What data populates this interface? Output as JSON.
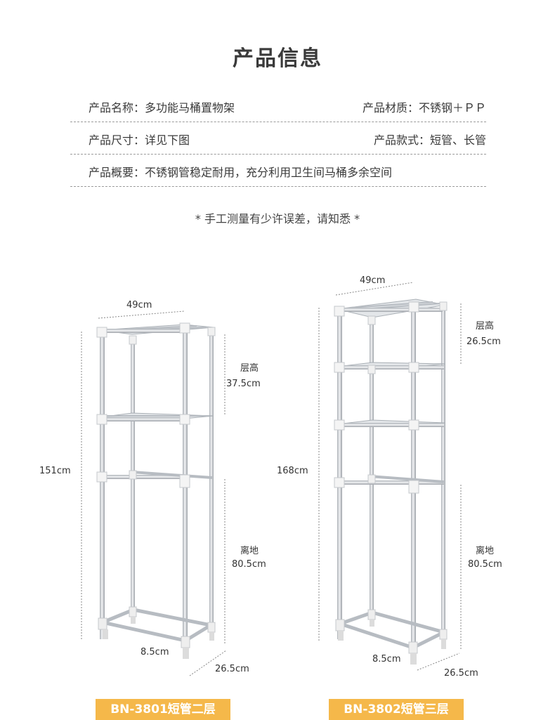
{
  "heading": "产品信息",
  "info": {
    "name": "产品名称：多功能马桶置物架",
    "material": "产品材质：不锈钢＋ＰＰ",
    "size": "产品尺寸：详见下图",
    "style": "产品款式：短管、长管",
    "summary": "产品概要：不锈钢管稳定耐用，充分利用卫生间马桶多余空间"
  },
  "note": "* 手工测量有少许误差，请知悉 *",
  "left_rack": {
    "width": "49cm",
    "layer_height_label": "层高",
    "layer_height": "37.5cm",
    "total_height": "151cm",
    "ground_label": "离地",
    "ground_height": "80.5cm",
    "foot": "8.5cm",
    "depth": "26.5cm",
    "model": "BN-3801短管二层"
  },
  "right_rack": {
    "width": "49cm",
    "layer_height_label": "层高",
    "layer_height": "26.5cm",
    "total_height": "168cm",
    "ground_label": "离地",
    "ground_height": "80.5cm",
    "foot": "8.5cm",
    "depth": "26.5cm",
    "model": "BN-3802短管三层"
  },
  "colors": {
    "badge": "#f5b84a",
    "tube": "#c9cdd2"
  }
}
